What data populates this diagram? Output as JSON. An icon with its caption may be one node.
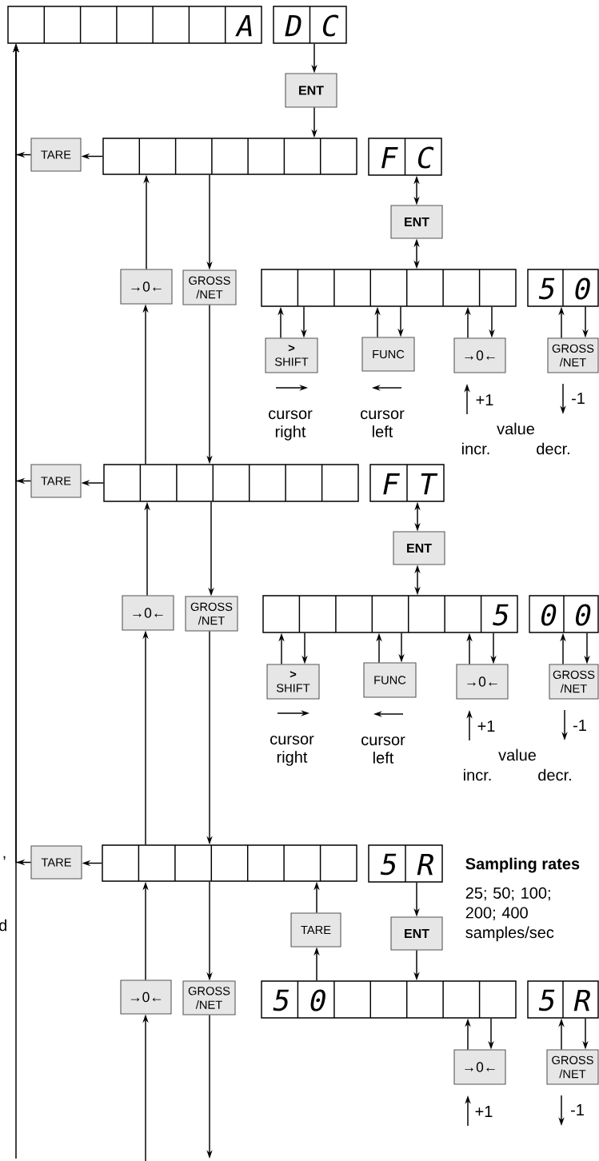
{
  "diagram": {
    "nodes": [
      {
        "text": [
          "A"
        ]
      },
      {
        "text": [
          "D",
          "C"
        ]
      },
      {
        "text": [
          "ENT"
        ]
      },
      {
        "text": [
          "TARE"
        ]
      },
      {
        "text": [],
        "shape": "box"
      },
      {
        "text": [
          "F",
          "C"
        ]
      },
      {
        "text": [
          "ENT"
        ]
      },
      {
        "text": [
          "→0←"
        ]
      },
      {
        "text": [
          "GROSS /NET"
        ]
      },
      {
        "text": [],
        "shape": "box"
      },
      {
        "text": [
          "5",
          "0"
        ]
      },
      {
        "text": [
          ">",
          "SHIFT"
        ]
      },
      {
        "text": [
          "FUNC"
        ]
      },
      {
        "text": [
          "→0←"
        ]
      },
      {
        "text": [
          "GROSS /NET"
        ]
      },
      {
        "text": [
          "TARE"
        ]
      },
      {
        "text": [],
        "shape": "box"
      },
      {
        "text": [
          "F",
          "T"
        ]
      },
      {
        "text": [
          "ENT"
        ]
      },
      {
        "text": [
          "→0←"
        ]
      },
      {
        "text": [
          "GROSS /NET"
        ]
      },
      {
        "text": [
          "5"
        ]
      },
      {
        "text": [
          "0",
          "0"
        ]
      },
      {
        "text": [
          ">",
          "SHIFT"
        ]
      },
      {
        "text": [
          "FUNC"
        ]
      },
      {
        "text": [
          "→0←"
        ]
      },
      {
        "text": [
          "GROSS /NET"
        ]
      },
      {
        "text": [
          "TARE"
        ]
      },
      {
        "text": [],
        "shape": "box"
      },
      {
        "text": [
          "5",
          "R"
        ]
      },
      {
        "text": [
          "TARE"
        ]
      },
      {
        "text": [
          "ENT"
        ]
      },
      {
        "text": [
          "→0←"
        ]
      },
      {
        "text": [
          "GROSS /NET"
        ]
      },
      {
        "text": [
          "5",
          "0"
        ]
      },
      {
        "text": [
          "5",
          "R"
        ]
      },
      {
        "text": [
          "→0←"
        ]
      },
      {
        "text": [
          "GROSS /NET"
        ]
      }
    ],
    "edges": [
      {
        "from": 1,
        "to": 2,
        "arrow": "to"
      },
      {
        "from": 2,
        "to": 4,
        "arrow": "to"
      },
      {
        "from": 4,
        "to": 3,
        "arrow": "to"
      },
      {
        "from": 3,
        "to": 0,
        "arrow": "to"
      },
      {
        "from": 7,
        "to": 4,
        "arrow": "to"
      },
      {
        "from": 4,
        "to": 8,
        "arrow": "to"
      },
      {
        "from": 5,
        "to": 6,
        "arrow": "both"
      },
      {
        "from": 6,
        "to": 9,
        "arrow": "both"
      },
      {
        "from": 11,
        "to": 9,
        "arrow": "to"
      },
      {
        "from": 9,
        "to": 11,
        "arrow": "to"
      },
      {
        "from": 12,
        "to": 9,
        "arrow": "to"
      },
      {
        "from": 9,
        "to": 12,
        "arrow": "to"
      },
      {
        "from": 13,
        "to": 9,
        "arrow": "to"
      },
      {
        "from": 9,
        "to": 13,
        "arrow": "to"
      },
      {
        "from": 14,
        "to": 10,
        "arrow": "to"
      },
      {
        "from": 10,
        "to": 14,
        "arrow": "to"
      },
      {
        "from": 16,
        "to": 7,
        "arrow": "to"
      },
      {
        "from": 8,
        "to": 16,
        "arrow": "to"
      },
      {
        "from": 16,
        "to": 15,
        "arrow": "to"
      },
      {
        "from": 15,
        "to": 0,
        "arrow": "to"
      },
      {
        "from": 17,
        "to": 18,
        "arrow": "both"
      },
      {
        "from": 18,
        "to": 21,
        "arrow": "both"
      },
      {
        "from": 23,
        "to": 21,
        "arrow": "to"
      },
      {
        "from": 21,
        "to": 23,
        "arrow": "to"
      },
      {
        "from": 24,
        "to": 21,
        "arrow": "to"
      },
      {
        "from": 21,
        "to": 24,
        "arrow": "to"
      },
      {
        "from": 25,
        "to": 21,
        "arrow": "to"
      },
      {
        "from": 21,
        "to": 25,
        "arrow": "to"
      },
      {
        "from": 26,
        "to": 22,
        "arrow": "to"
      },
      {
        "from": 22,
        "to": 26,
        "arrow": "to"
      },
      {
        "from": 19,
        "to": 16,
        "arrow": "to"
      },
      {
        "from": 16,
        "to": 20,
        "arrow": "to"
      },
      {
        "from": 28,
        "to": 19,
        "arrow": "to"
      },
      {
        "from": 20,
        "to": 28,
        "arrow": "to"
      },
      {
        "from": 28,
        "to": 27,
        "arrow": "to"
      },
      {
        "from": 27,
        "to": 0,
        "arrow": "to"
      },
      {
        "from": 32,
        "to": 28,
        "arrow": "to"
      },
      {
        "from": 28,
        "to": 33,
        "arrow": "to"
      },
      {
        "from": 34,
        "to": 30,
        "arrow": "to"
      },
      {
        "from": 30,
        "to": 28,
        "arrow": "to"
      },
      {
        "from": 29,
        "to": 31,
        "arrow": "to"
      },
      {
        "from": 31,
        "to": 34,
        "arrow": "to"
      },
      {
        "from": 36,
        "to": 34,
        "arrow": "to"
      },
      {
        "from": 34,
        "to": 36,
        "arrow": "to"
      },
      {
        "from": 37,
        "to": 35,
        "arrow": "to"
      },
      {
        "from": 35,
        "to": 37,
        "arrow": "to"
      },
      {
        "from": null,
        "to": 32,
        "arrow": "to"
      },
      {
        "from": 33,
        "to": null,
        "arrow": "to"
      },
      {
        "from": null,
        "to": 0,
        "arrow": "to"
      }
    ],
    "labels": [
      "+1",
      "-1",
      "cursor right",
      "cursor left",
      "value",
      "incr.",
      "decr.",
      "+1",
      "-1",
      "cursor right",
      "cursor left",
      "value",
      "incr.",
      "decr.",
      ",",
      "Sampling rates",
      "d",
      "25; 50; 100; 200; 400 samples/sec",
      "+1",
      "-1"
    ]
  }
}
